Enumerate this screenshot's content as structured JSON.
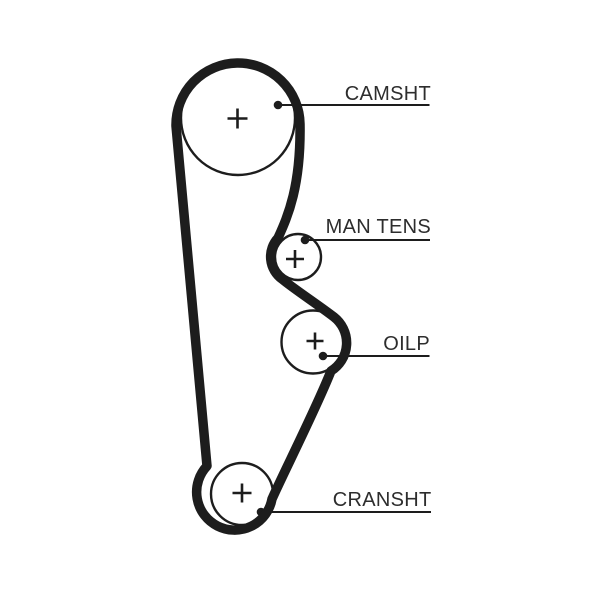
{
  "diagram": {
    "colors": {
      "line": "#1d1d1d",
      "text": "#2d2d2d",
      "background": "#ffffff"
    },
    "pulleys": [
      {
        "name": "camshaft",
        "label": "CAMSHT"
      },
      {
        "name": "manual-tensioner",
        "label": "MAN TENS"
      },
      {
        "name": "oil-pump",
        "label": "OILP"
      },
      {
        "name": "crankshaft",
        "label": "CRANSHT"
      }
    ]
  }
}
